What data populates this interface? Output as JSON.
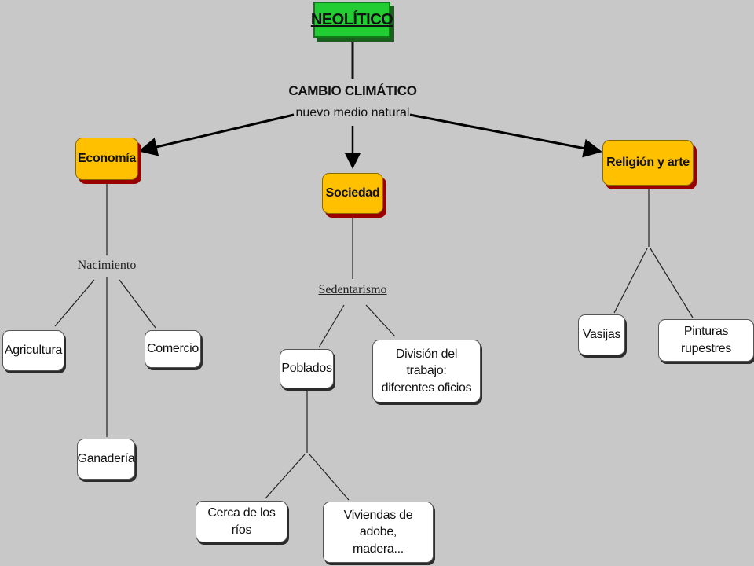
{
  "root": {
    "label": "NEOLÍTICO"
  },
  "center": {
    "title": "CAMBIO CLIMÁTICO",
    "subtitle": "nuevo medio natural"
  },
  "categories": {
    "economia": "Economía",
    "sociedad": "Sociedad",
    "religion": "Religión y arte"
  },
  "link_words": {
    "nacimiento": "Nacimiento",
    "sedentarismo": "Sedentarismo"
  },
  "leaves": {
    "agricultura": "Agricultura",
    "comercio": "Comercio",
    "ganaderia": "Ganadería",
    "poblados": "Poblados",
    "division_line1": "División del trabajo:",
    "division_line2": "diferentes oficios",
    "cerca_rios": "Cerca de los ríos",
    "viviendas_line1": "Viviendas de adobe,",
    "viviendas_line2": "madera...",
    "vasijas": "Vasijas",
    "pinturas": "Pinturas rupestres"
  },
  "colors": {
    "background": "#c8c8c8",
    "root_fill": "#22cc33",
    "category_fill": "#ffc000",
    "category_shadow": "#9a0000",
    "leaf_fill": "#ffffff"
  }
}
